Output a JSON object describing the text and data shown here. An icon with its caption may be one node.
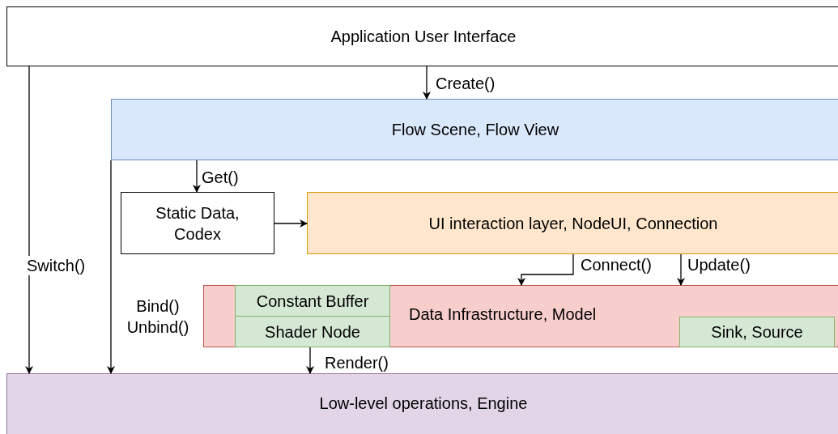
{
  "diagram": {
    "nodes": [
      {
        "text": [
          "Application User Interface"
        ]
      },
      {
        "text": [
          "Flow Scene, Flow View"
        ]
      },
      {
        "text": [
          "Static Data, Codex"
        ]
      },
      {
        "text": [
          "UI interaction layer, NodeUI, Connection"
        ]
      },
      {
        "text": [
          "Data Infrastructure, Model"
        ]
      },
      {
        "text": [
          "Constant Buffer"
        ],
        "in": 4
      },
      {
        "text": [
          "Shader Node"
        ],
        "in": 4
      },
      {
        "text": [
          "Sink, Source"
        ],
        "in": 4
      },
      {
        "text": [
          "Low-level operations, Engine"
        ]
      }
    ],
    "edges": [
      {
        "from": 0,
        "to": 1,
        "arrow": "to",
        "label": "Create()"
      },
      {
        "from": 0,
        "to": 8,
        "arrow": "to",
        "label": "Switch()"
      },
      {
        "from": 1,
        "to": 8,
        "arrow": "to"
      },
      {
        "from": 1,
        "to": 2,
        "arrow": "to",
        "label": "Get()"
      },
      {
        "from": 2,
        "to": 3,
        "arrow": "to"
      },
      {
        "from": 3,
        "to": 4,
        "arrow": "to",
        "label": "Connect()"
      },
      {
        "from": 3,
        "to": 4,
        "arrow": "to",
        "label": "Update()"
      },
      {
        "from": 6,
        "to": 8,
        "arrow": "to",
        "label": "Render()"
      }
    ],
    "labels": [
      "Bind() Unbind()"
    ]
  }
}
